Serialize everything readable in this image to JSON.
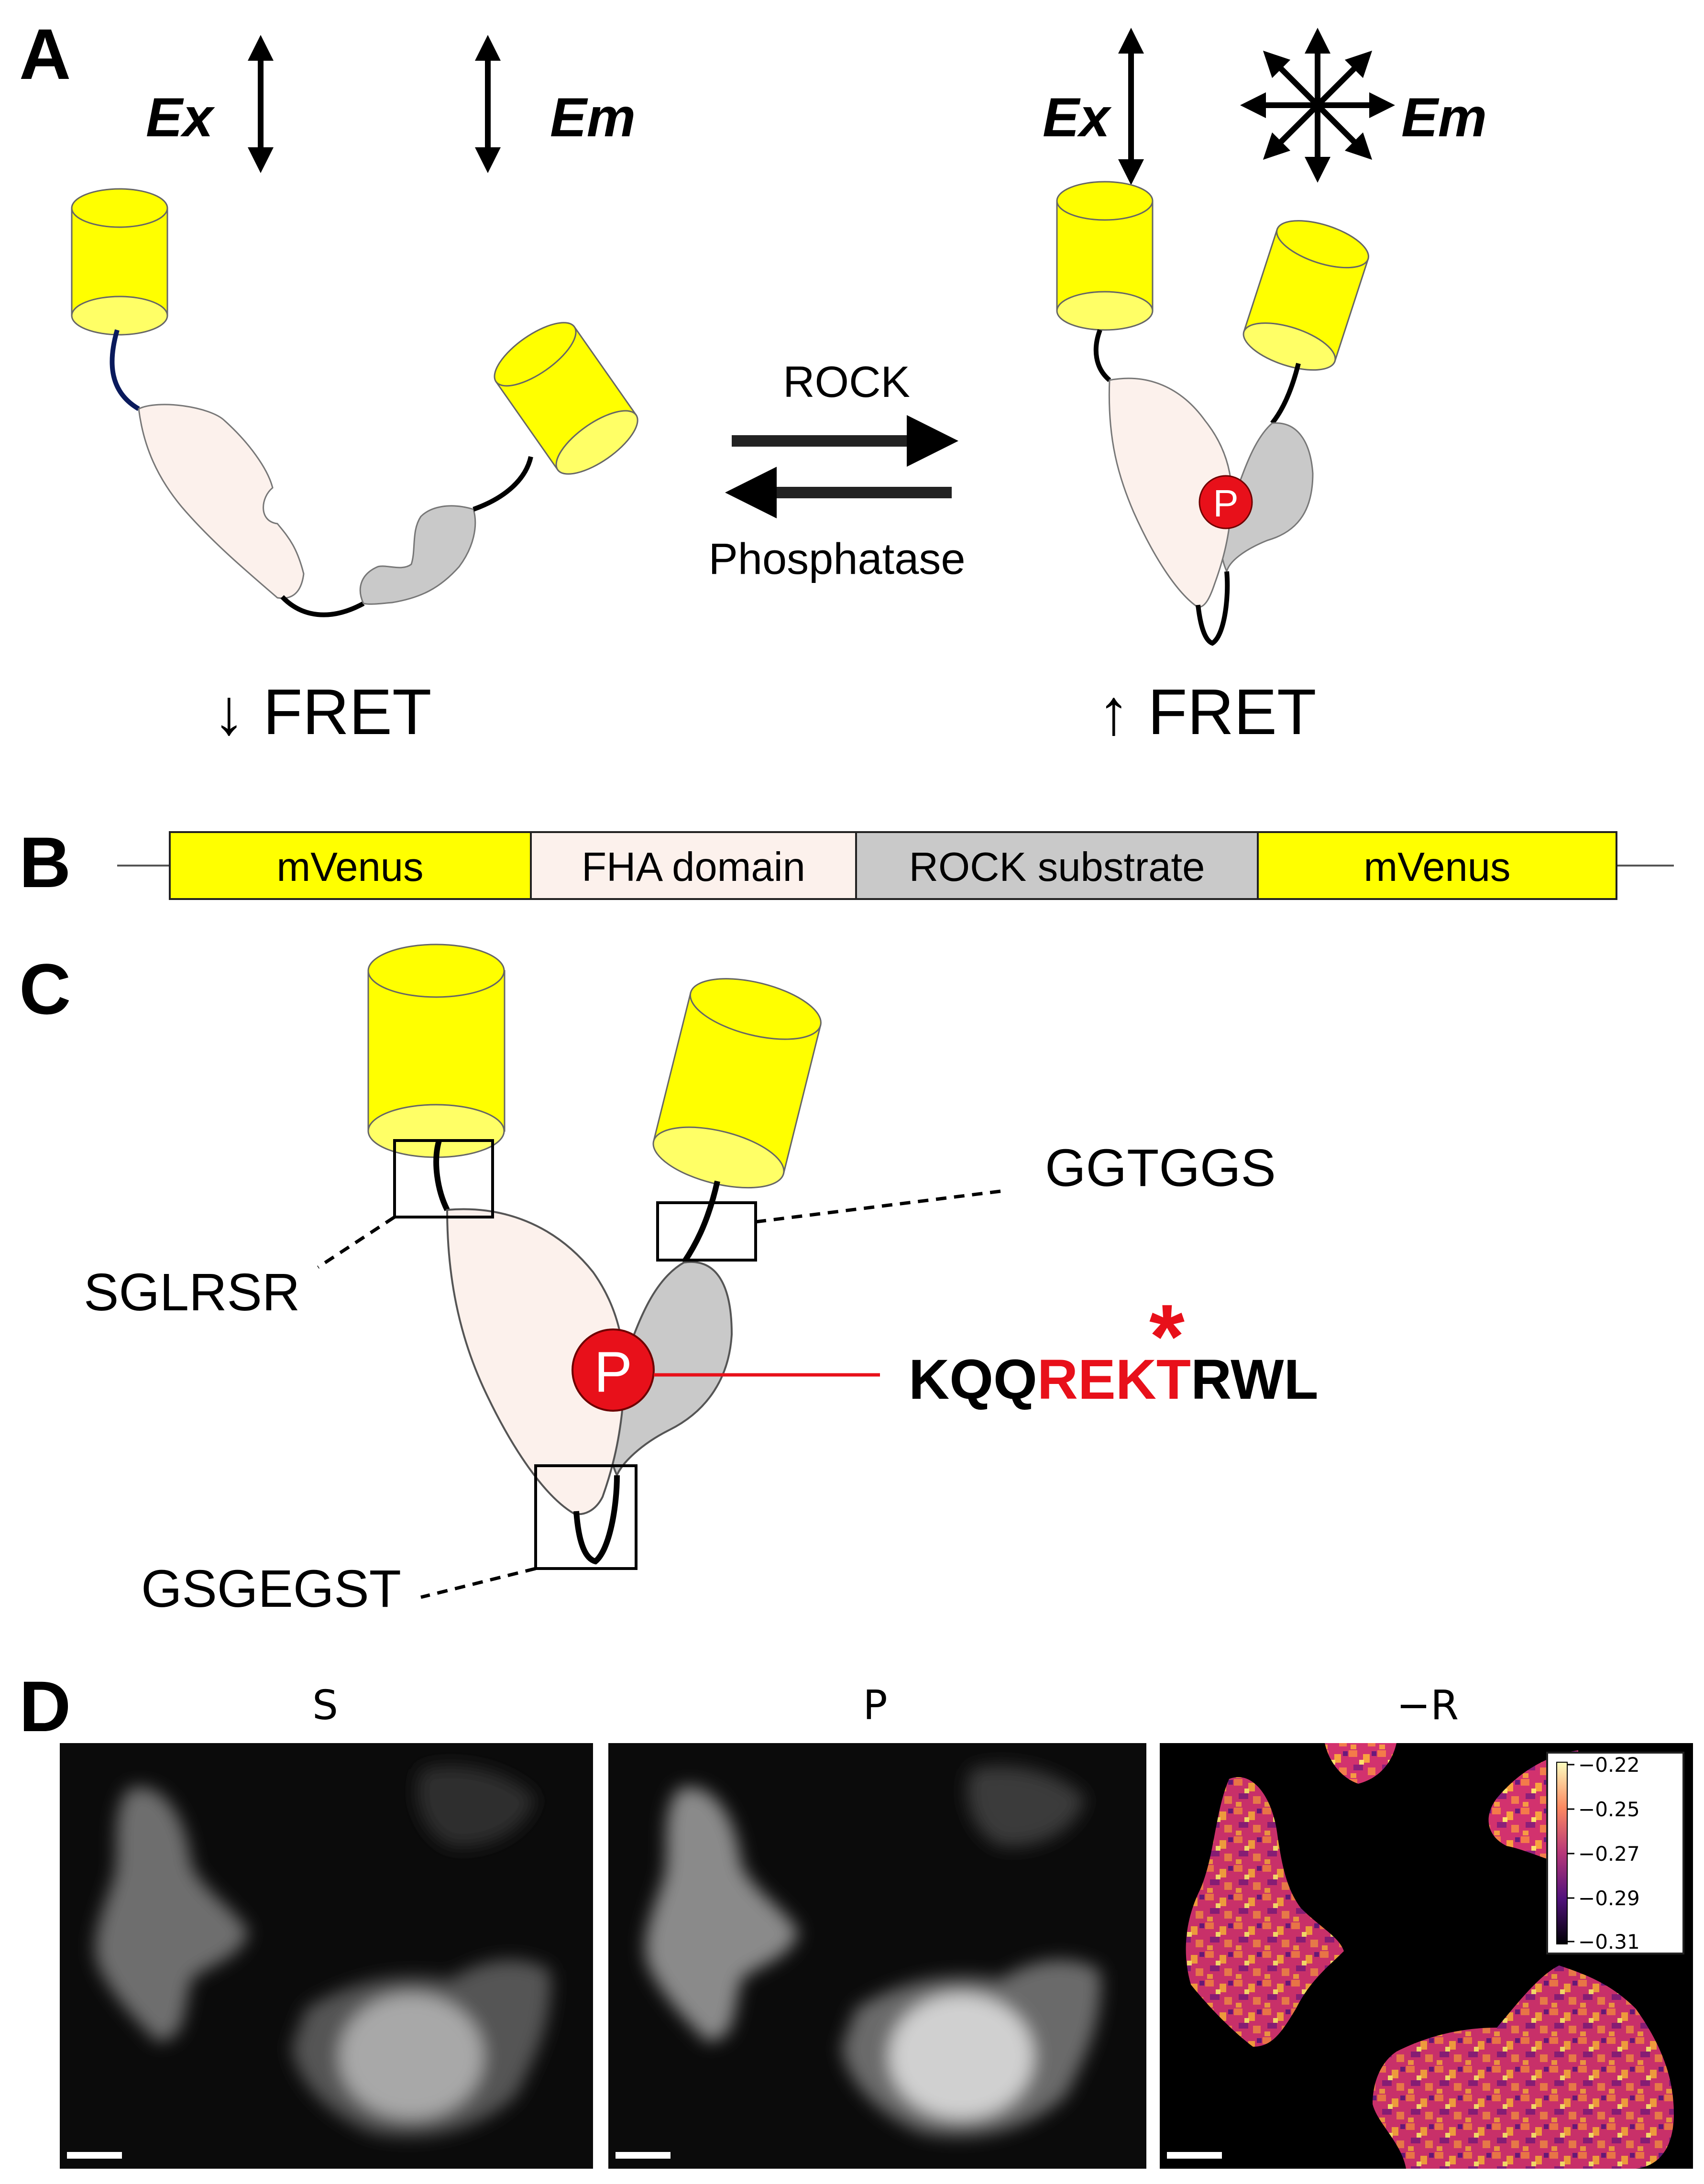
{
  "colors": {
    "yellow": "#ffff00",
    "pink": "#fcf1ec",
    "gray": "#c9c9c9",
    "red": "#e8101a",
    "black": "#000000",
    "navy": "#0a1a5c"
  },
  "panel_a": {
    "letter": "A",
    "ex_left": "Ex",
    "em_left": "Em",
    "ex_right": "Ex",
    "em_right": "Em",
    "forward_label": "ROCK",
    "reverse_label": "Phosphatase",
    "low_fret": "↓ FRET",
    "high_fret": "↑ FRET",
    "phospho": "P"
  },
  "panel_b": {
    "letter": "B",
    "segments": [
      "mVenus",
      "FHA domain",
      "ROCK substrate",
      "mVenus"
    ]
  },
  "panel_c": {
    "letter": "C",
    "linker_top_left": "SGLRSR",
    "linker_top_right": "GGTGGS",
    "linker_bottom": "GSGEGST",
    "phospho": "P",
    "seq_black_prefix": "KQQ",
    "seq_red": "REKT",
    "seq_black_suffix": "RWL",
    "site_marker": "*"
  },
  "panel_d": {
    "letter": "D",
    "titles": [
      "S",
      "P",
      "−R"
    ],
    "colorbar_ticks": [
      "−0.22",
      "−0.25",
      "−0.27",
      "−0.29",
      "−0.31"
    ]
  }
}
